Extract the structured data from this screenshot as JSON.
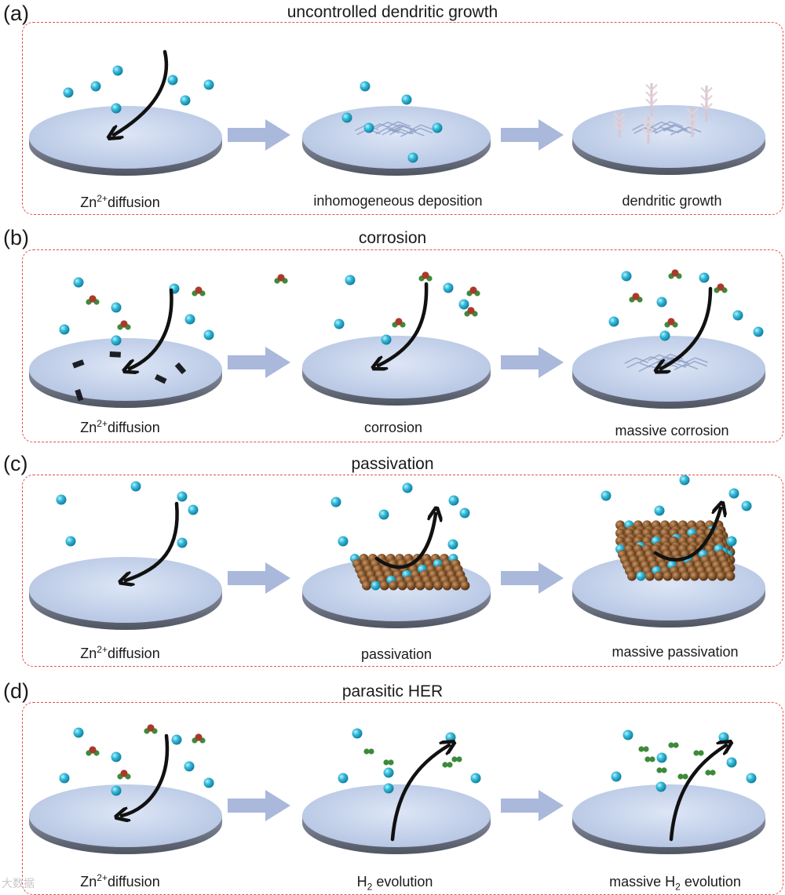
{
  "panels": [
    {
      "label": "(a)",
      "title": "uncontrolled dendritic growth",
      "captions": [
        {
          "parts": [
            "Zn",
            "2+",
            "diffusion"
          ]
        },
        {
          "text": "inhomogeneous deposition"
        },
        {
          "text": "dendritic growth"
        }
      ]
    },
    {
      "label": "(b)",
      "title": "corrosion",
      "captions": [
        {
          "parts": [
            "Zn",
            "2+",
            "diffusion"
          ]
        },
        {
          "text": "corrosion"
        },
        {
          "text": "massive corrosion"
        }
      ]
    },
    {
      "label": "(c)",
      "title": "passivation",
      "captions": [
        {
          "parts": [
            "Zn",
            "2+",
            "diffusion"
          ]
        },
        {
          "text": "passivation"
        },
        {
          "text": "massive passivation"
        }
      ]
    },
    {
      "label": "(d)",
      "title": "parasitic HER",
      "captions": [
        {
          "parts": [
            "Zn",
            "2+",
            "diffusion"
          ]
        },
        {
          "parts": [
            "H",
            "2",
            " evolution"
          ]
        },
        {
          "parts": [
            "massive H",
            "2",
            " evolution"
          ]
        }
      ]
    }
  ],
  "colors": {
    "frame": "#e0524f",
    "ion": "#2fb6d6",
    "disc_top": "#c9d6ec",
    "disc_side": "#6f7584",
    "step_arrow": "#a9b8db",
    "passivation_layer": "#8a5a2c",
    "water_o": "#a83a2a",
    "water_h": "#3d8a3a"
  },
  "watermark": "大数据"
}
